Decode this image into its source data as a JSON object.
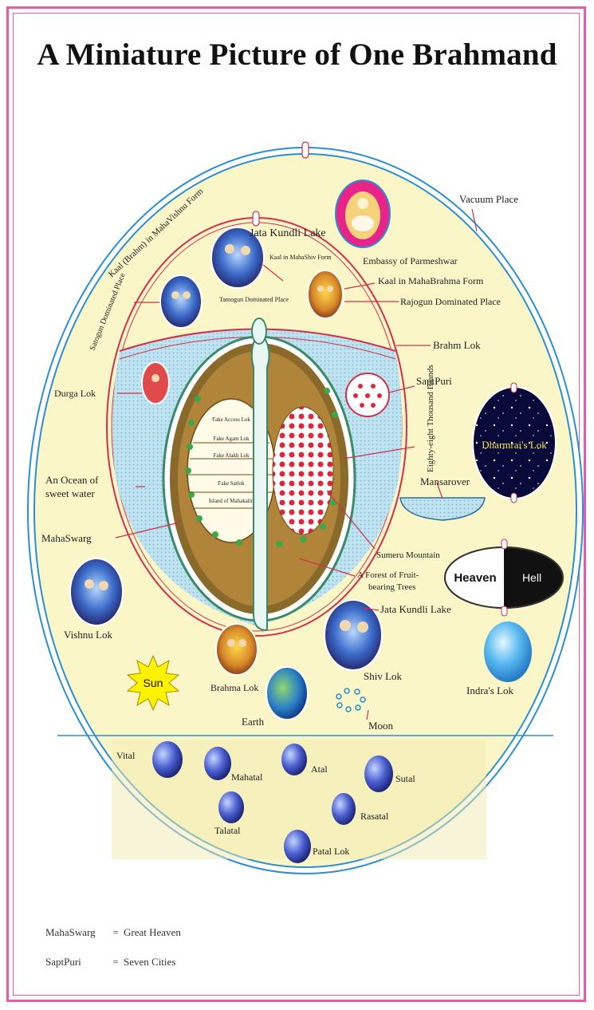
{
  "title": "A Miniature Picture of One Brahmand",
  "labels": {
    "vacuum_place": "Vacuum Place",
    "kaal_mahavishnu": "Kaal (Brahm) in MahaVishnu Form",
    "satogun_place": "Satogun Dominated Place",
    "jata_kundli_lake_top": "Jata Kundli Lake",
    "kaal_mahashiv": "Kaal in MahaShiv Form",
    "tamogun_place": "Tamogun Dominated Place",
    "embassy": "Embassy of Parmeshwar",
    "kaal_mahabrahma": "Kaal in MahaBrahma Form",
    "rajogun_place": "Rajogun Dominated Place",
    "brahm_lok": "Brahm Lok",
    "durga_lok": "Durga Lok",
    "saptpuri": "SaptPuri",
    "eighty_eight": "Eighty-eight Thousand Islands",
    "dharmrai_lok": "Dharmrai's Lok",
    "ocean_line1": "An Ocean of",
    "ocean_line2": "sweet water",
    "mansarover": "Mansarover",
    "mahaswarg": "MahaSwarg",
    "sumeru": "Sumeru Mountain",
    "forest_line1": "A Forest of Fruit-",
    "forest_line2": "bearing Trees",
    "heaven": "Heaven",
    "hell": "Hell",
    "jata_kundli_lake": "Jata Kundli Lake",
    "vishnu_lok": "Vishnu Lok",
    "shiv_lok": "Shiv Lok",
    "indras_lok": "Indra's Lok",
    "sun": "Sun",
    "brahma_lok": "Brahma Lok",
    "earth": "Earth",
    "moon": "Moon",
    "vital": "Vital",
    "mahatal": "Mahatal",
    "atal": "Atal",
    "sutal": "Sutal",
    "talatal": "Talatal",
    "rasatal": "Rasatal",
    "patal_lok": "Patal Lok"
  },
  "inner_loks": [
    "Fake Access Lok",
    "Fake Agam Lok",
    "Fake Alakh Lok",
    "Fake Satlok",
    "Island of Mahakalin"
  ],
  "legend": [
    {
      "term": "MahaSwarg",
      "eq": "=",
      "meaning": "Great Heaven"
    },
    {
      "term": "SaptPuri",
      "eq": "=",
      "meaning": "Seven Cities"
    }
  ],
  "colors": {
    "frame": "#e85aa8",
    "outer_ring": "#2a8fd0",
    "background": "#fbf6c8",
    "ocean": "#bfe3f0",
    "red_line": "#d0304a",
    "sun": "#fff200"
  }
}
